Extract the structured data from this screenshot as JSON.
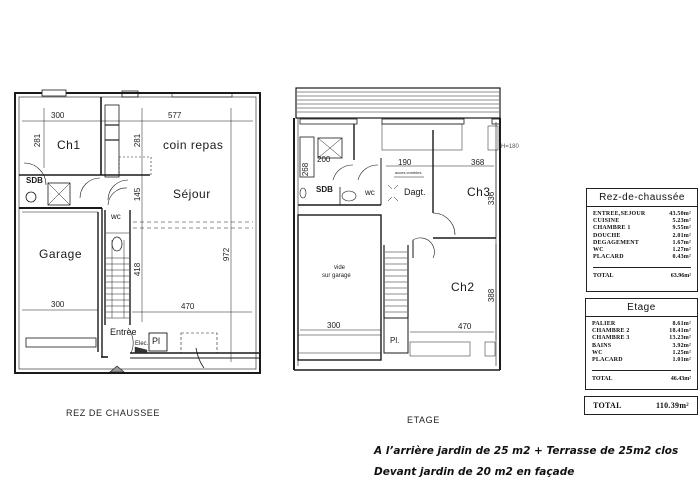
{
  "ground_floor": {
    "caption": "REZ DE CHAUSSEE",
    "rooms": {
      "ch1": "Ch1",
      "coin_repas": "coin repas",
      "sejour": "Séjour",
      "sdb": "SDB",
      "wc": "wc",
      "garage": "Garage",
      "entree": "Entree",
      "placard": "Pl",
      "elec": "Elec."
    },
    "dimensions": {
      "ch1_width": "300",
      "ch1_depth": "281",
      "kitchen_depth": "281",
      "sejour_width": "577",
      "hall": "145",
      "depth_total": "972",
      "stairs": "418",
      "garage_width": "300",
      "sejour_front": "470"
    }
  },
  "upper_floor": {
    "caption": "ETAGE",
    "rooms": {
      "sdb": "SDB",
      "wc": "wc",
      "dgt": "Dagt.",
      "ch3": "Ch3",
      "ch2": "Ch2",
      "void": "vide",
      "void2": "sur garage",
      "placard": "Pl.",
      "acces": "acces combles",
      "height": "H=180"
    },
    "dimensions": {
      "bath_w": "200",
      "bath_d": "268",
      "dgt_w": "190",
      "ch3_w": "368",
      "ch3_d": "336",
      "void_w": "300",
      "ch2_w": "470",
      "ch2_d": "388"
    }
  },
  "surface_tables": {
    "ground": {
      "title": "Rez-de-chaussée",
      "rows": [
        {
          "label": "ENTREE,SEJOUR",
          "value": "43.50m²"
        },
        {
          "label": "CUISINE",
          "value": "5.23m²"
        },
        {
          "label": "CHAMBRE 1",
          "value": "9.55m²"
        },
        {
          "label": "DOUCHE",
          "value": "2.01m²"
        },
        {
          "label": "DEGAGEMENT",
          "value": "1.67m²"
        },
        {
          "label": "WC",
          "value": "1.27m²"
        },
        {
          "label": "PLACARD",
          "value": "0.43m²"
        }
      ],
      "total_label": "TOTAL",
      "total_value": "63.96m²"
    },
    "upper": {
      "title": "Etage",
      "rows": [
        {
          "label": "PALIER",
          "value": "8.61m²"
        },
        {
          "label": "CHAMBRE 2",
          "value": "18.41m²"
        },
        {
          "label": "CHAMBRE 3",
          "value": "13.23m²"
        },
        {
          "label": "BAINS",
          "value": "3.92m²"
        },
        {
          "label": "WC",
          "value": "1.25m²"
        },
        {
          "label": "PLACARD",
          "value": "1.01m²"
        }
      ],
      "total_label": "TOTAL",
      "total_value": "46.43m²"
    },
    "grand_total": {
      "label": "TOTAL",
      "value": "110.39m²"
    }
  },
  "notes": {
    "line1": "A l’arrière jardin de 25 m2 + Terrasse de 25m2 clos",
    "line2": "Devant jardin de 20 m2 en façade"
  }
}
